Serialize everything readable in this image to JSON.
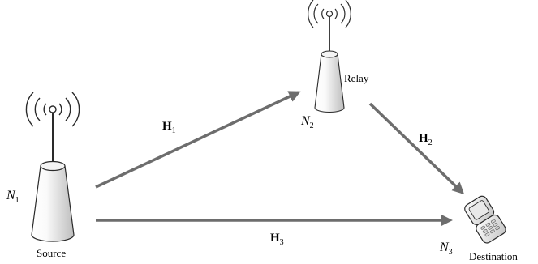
{
  "nodes": {
    "source": {
      "caption": "Source",
      "id": "N",
      "sub": "1"
    },
    "relay": {
      "caption": "Relay",
      "id": "N",
      "sub": "2"
    },
    "destination": {
      "caption": "Destination",
      "id": "N",
      "sub": "3"
    }
  },
  "channels": {
    "h1": {
      "id": "H",
      "sub": "1"
    },
    "h2": {
      "id": "H",
      "sub": "2"
    },
    "h3": {
      "id": "H",
      "sub": "3"
    }
  },
  "colors": {
    "arrow": "#6d6d6d",
    "tower_fill": "#eeeeee",
    "tower_stroke": "#2a2a2a"
  }
}
